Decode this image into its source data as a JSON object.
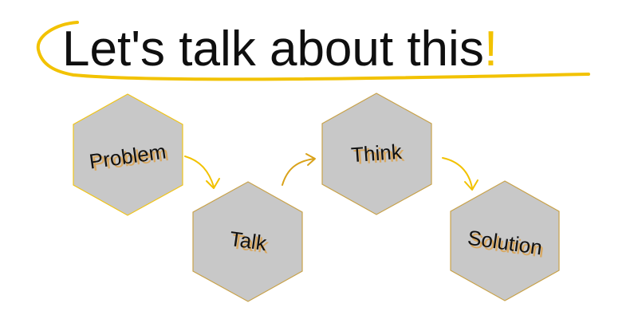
{
  "title": {
    "main": "Let's talk about this",
    "accent": "!"
  },
  "steps": [
    {
      "label": "Problem"
    },
    {
      "label": "Talk"
    },
    {
      "label": "Think"
    },
    {
      "label": "Solution"
    }
  ],
  "colors": {
    "accent": "#f2c200",
    "hex_fill": "#c8c8c8",
    "hex_stroke": "#f0c419",
    "arrow": "#d9a21a",
    "label_shadow": "#d9a860"
  }
}
